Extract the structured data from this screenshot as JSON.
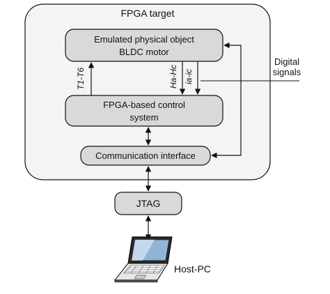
{
  "diagram": {
    "container": {
      "title": "FPGA target"
    },
    "blocks": {
      "emulated_object": {
        "line1": "Emulated physical object",
        "line2": "BLDC motor"
      },
      "control_system": {
        "line1": "FPGA-based control",
        "line2": "system"
      },
      "comm_interface": {
        "label": "Communication interface"
      },
      "jtag": {
        "label": "JTAG"
      },
      "host_pc": {
        "label": "Host-PC"
      }
    },
    "signals": {
      "t_label": "T1-T6",
      "h_label": "Ha-Hc",
      "i_label": "ia-ic",
      "digital_line1": "Digital",
      "digital_line2": "signals"
    },
    "colors": {
      "container_fill": "#f4f4f4",
      "block_fill": "#d9d9d9",
      "stroke": "#111111"
    }
  }
}
